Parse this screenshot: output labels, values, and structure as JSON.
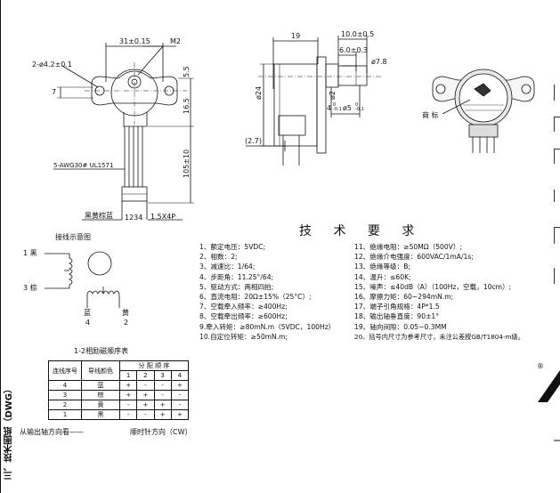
{
  "front_view": {
    "dim_top": "31±0.15",
    "dim_m2": "M2",
    "dim_holes": "2-ø4.2±0.1",
    "dim_7": "7",
    "dim_5_5": "5.5",
    "dim_16_5": "16.5",
    "dim_105": "105±10",
    "wire_label": "5-AWG30# UL1571",
    "connector_label": "黑黄棕蓝",
    "pin_numbers": "1234",
    "connector_spec": "1.5X4P"
  },
  "side_view": {
    "dim_19": "19",
    "dim_10": "10.0±0.5",
    "dim_6": "6.0±0.3",
    "dim_d7_8": "ø7.8",
    "dim_d24": "ø24",
    "dim_d2": "ø2",
    "dim_4": "4",
    "dim_4_tol": "0\n-0.1",
    "dim_d5": "ø5",
    "dim_d5_tol": "0\n-0.1",
    "dim_2_7": "(2.7)"
  },
  "photo_view": {
    "label_brand": "商 标"
  },
  "wiring": {
    "title": "接线示意图",
    "label_1": "1 黑",
    "label_3": "3 棕",
    "label_4": "蓝",
    "label_4_num": "4",
    "label_2": "黄",
    "label_2_num": "2"
  },
  "sequence_table": {
    "title": "1-2相励磁顺序表",
    "header_seq": "连线序号",
    "header_color": "导线颜色",
    "header_dist": "分 配 顺 序",
    "steps": [
      "1",
      "2",
      "3",
      "4"
    ],
    "rows": [
      {
        "no": "4",
        "color": "蓝",
        "cells": [
          "+",
          "-",
          "-",
          "+"
        ]
      },
      {
        "no": "3",
        "color": "棕",
        "cells": [
          "+",
          "+",
          "-",
          "-"
        ]
      },
      {
        "no": "2",
        "color": "黄",
        "cells": [
          "-",
          "+",
          "+",
          "-"
        ]
      },
      {
        "no": "1",
        "color": "黑",
        "cells": [
          "-",
          "-",
          "+",
          "+"
        ]
      }
    ],
    "footer_left": "从输出轴方向看——",
    "footer_right": "顺时针方向（CW）"
  },
  "requirements": {
    "title": "技 术 要 求",
    "col1": [
      "1、额定电压：5VDC;",
      "2、相数：2;",
      "3、减速比：1/64;",
      "4、步距角：11.25°/64;",
      "5、驱动方式：两相四拍;",
      "6、直流电阻：20Ω±15%（25°C）;",
      "7、空载牵入频率：≥400Hz;",
      "8、空载牵出频率：≥600Hz;",
      "9.牵入转矩：≥80mN.m（5VDC，100Hz）",
      "10.自定位转矩：≥50mN.m;"
    ],
    "col2": [
      "11、绝缘电阻：≥50MΩ（500V）;",
      "12、绝缘介电强度：600VAC/1mA/1s;",
      "13、绝缘等级：B;",
      "14、温升：≤60K;",
      "15、噪声：≤40dB（A）（100Hz，空载，10cm）;",
      "16、摩擦力矩：60~294mN.m;",
      "17、端子引角规格：4P*1.5",
      "18、输出轴垂直度：90±1°",
      "19、轴向间隙：0.05~0.3MM",
      "20、括号内尺寸为参考尺寸，未注公差按GB/T1804-m级。"
    ]
  },
  "side_title": "三、技术图纸（DWG）",
  "registered_mark": "®"
}
